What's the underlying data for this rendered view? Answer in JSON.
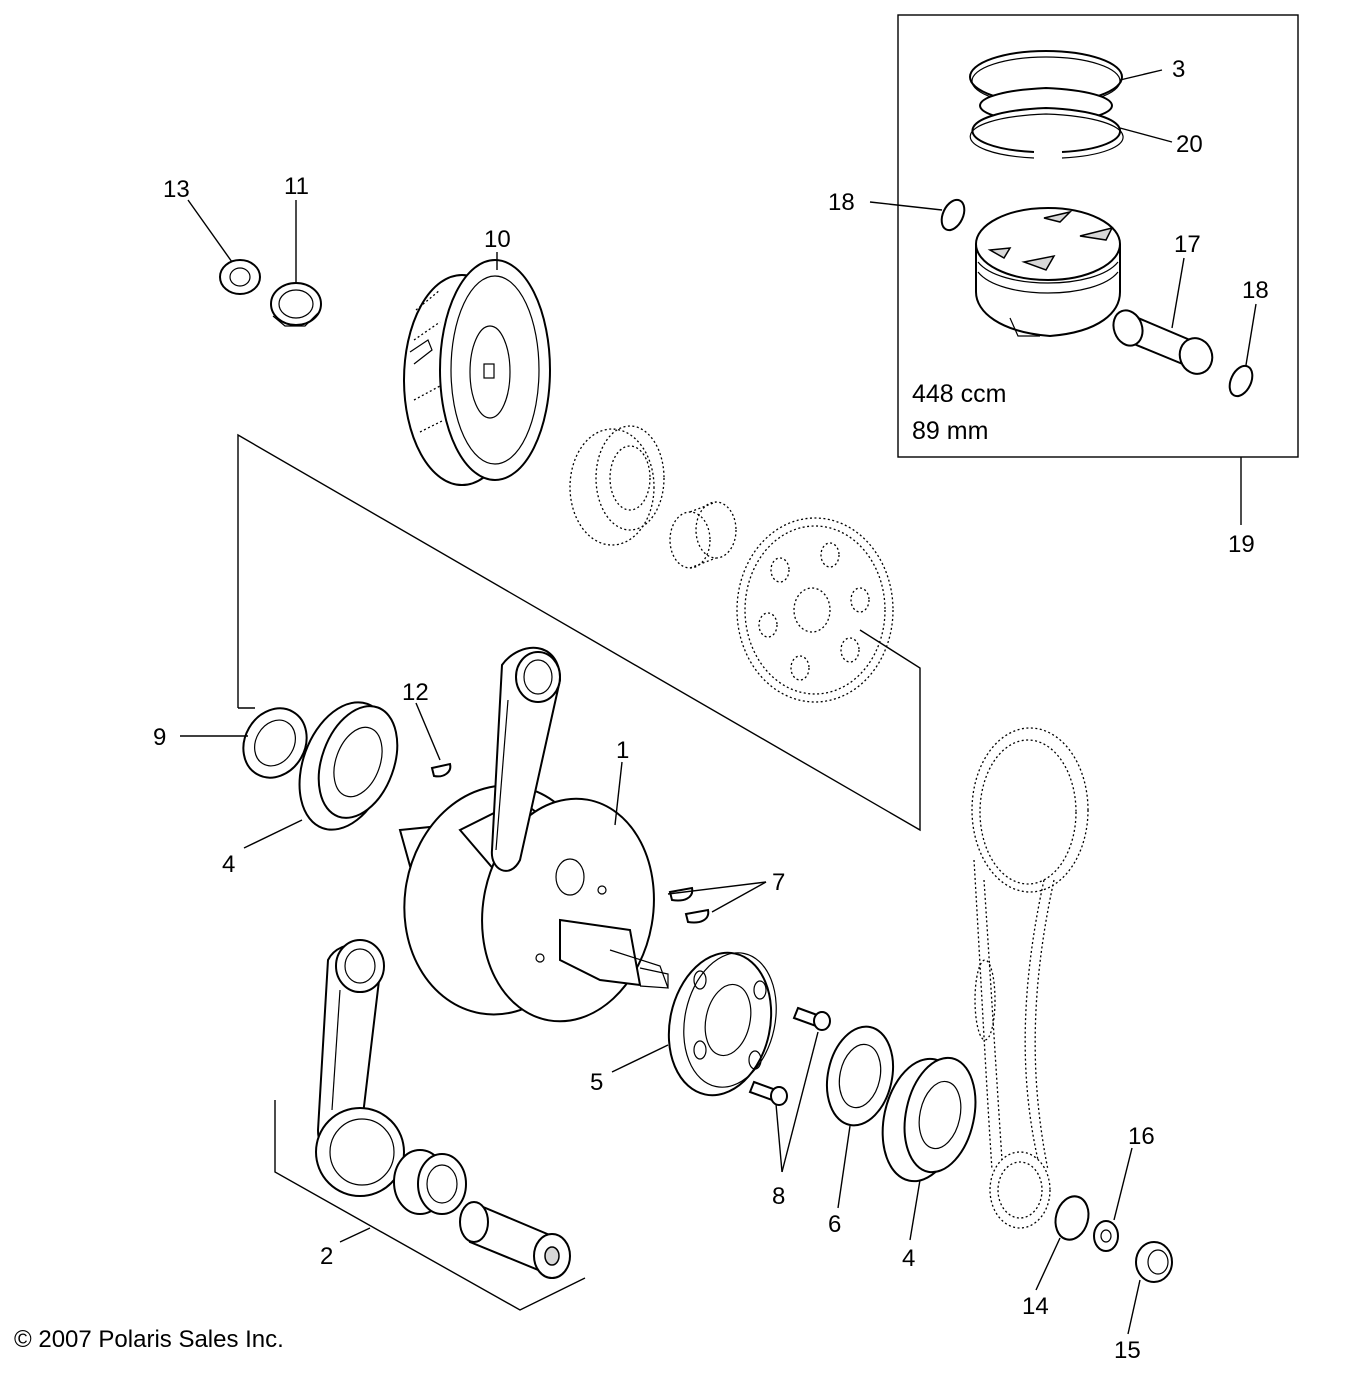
{
  "callouts": {
    "c1": "1",
    "c2": "2",
    "c3": "3",
    "c4a": "4",
    "c4b": "4",
    "c5": "5",
    "c6": "6",
    "c7": "7",
    "c8": "8",
    "c9": "9",
    "c10": "10",
    "c11": "11",
    "c12": "12",
    "c13": "13",
    "c14": "14",
    "c15": "15",
    "c16": "16",
    "c17": "17",
    "c18a": "18",
    "c18b": "18",
    "c19": "19",
    "c20": "20"
  },
  "piston_kit": {
    "displacement": "448 ccm",
    "bore": "89 mm"
  },
  "copyright": "© 2007 Polaris Sales Inc."
}
